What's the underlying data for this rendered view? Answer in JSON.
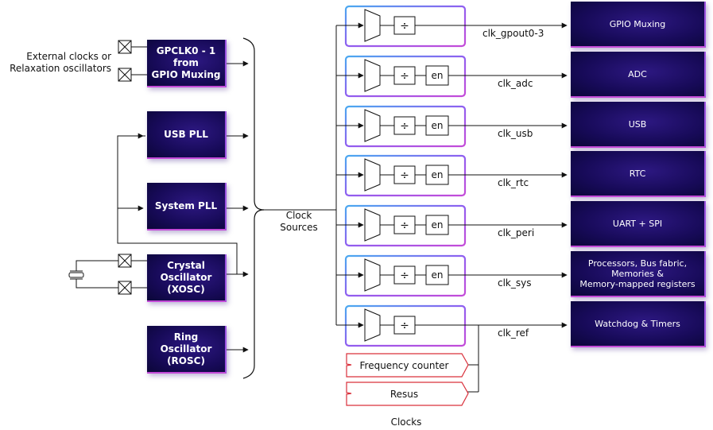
{
  "external_label": [
    "External clocks or",
    "Relaxation oscillators"
  ],
  "sources": [
    {
      "lines": [
        "GPCLK0 - 1",
        "from",
        "GPIO Muxing"
      ]
    },
    {
      "lines": [
        "USB PLL"
      ]
    },
    {
      "lines": [
        "System PLL"
      ]
    },
    {
      "lines": [
        "Crystal",
        "Oscillator",
        "(XOSC)"
      ]
    },
    {
      "lines": [
        "Ring",
        "Oscillator",
        "(ROSC)"
      ]
    }
  ],
  "clock_sources_label": [
    "Clock",
    "Sources"
  ],
  "div_symbol": "÷",
  "enable_label": "en",
  "clocks": [
    {
      "name": "clk_gpout0-3",
      "has_enable": false,
      "dest": [
        "GPIO Muxing"
      ]
    },
    {
      "name": "clk_adc",
      "has_enable": true,
      "dest": [
        "ADC"
      ]
    },
    {
      "name": "clk_usb",
      "has_enable": true,
      "dest": [
        "USB"
      ]
    },
    {
      "name": "clk_rtc",
      "has_enable": true,
      "dest": [
        "RTC"
      ]
    },
    {
      "name": "clk_peri",
      "has_enable": true,
      "dest": [
        "UART + SPI"
      ]
    },
    {
      "name": "clk_sys",
      "has_enable": true,
      "dest": [
        "Processors, Bus fabric,",
        "Memories &",
        "Memory-mapped registers"
      ]
    },
    {
      "name": "clk_ref",
      "has_enable": false,
      "dest": [
        "Watchdog & Timers"
      ]
    }
  ],
  "outputs": {
    "frequency_counter": "Frequency counter",
    "resus": "Resus"
  },
  "footer_label": "Clocks",
  "colors": {
    "box_dark": "#170a58",
    "box_border": "#c44bd8",
    "stage_border": "#8f5ef0",
    "output_border": "#d9303b",
    "line": "#111111"
  }
}
